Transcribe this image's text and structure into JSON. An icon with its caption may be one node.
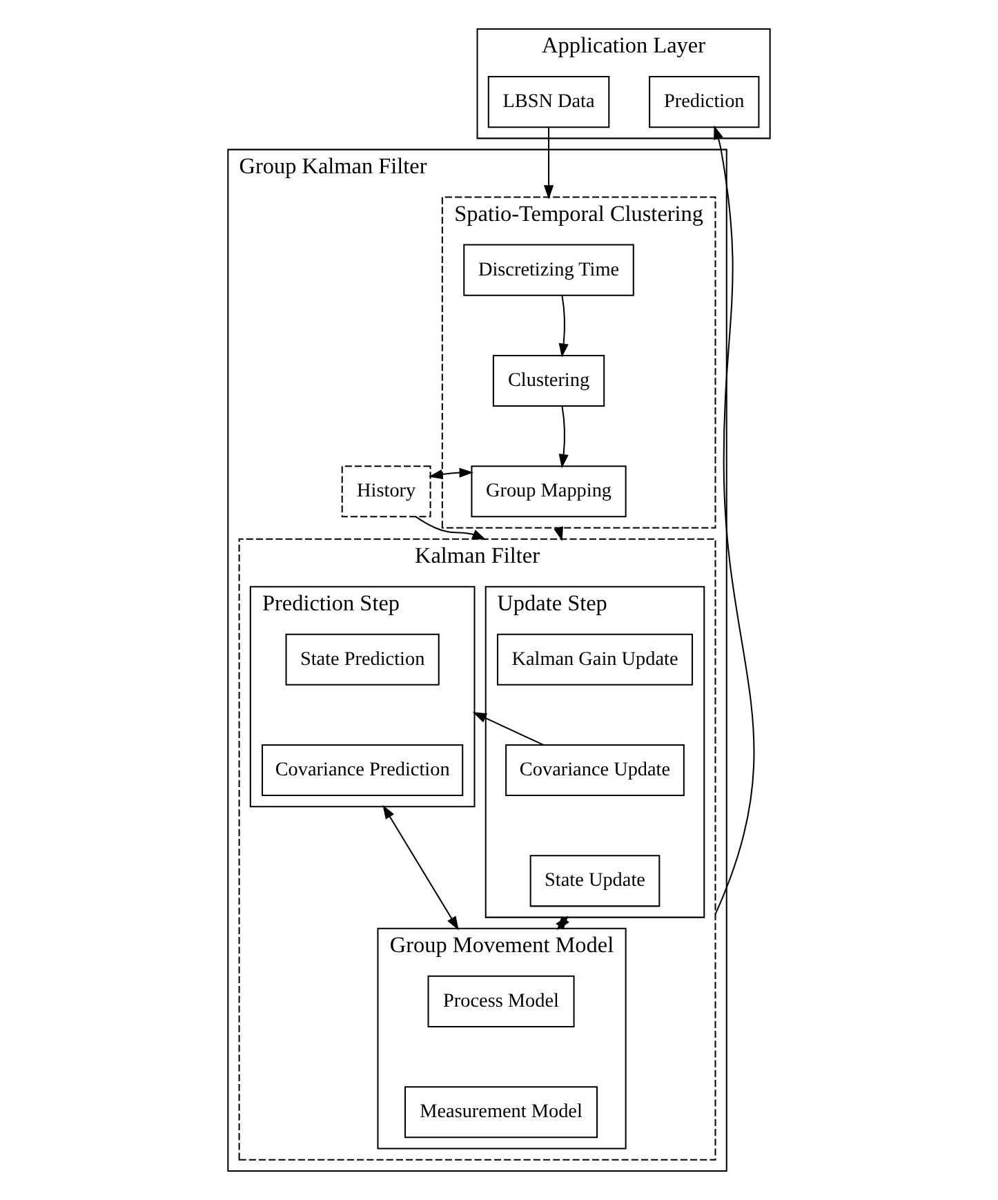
{
  "diagram": {
    "nodes": [
      {
        "text": [
          "Application Layer"
        ]
      },
      {
        "text": [
          "LBSN Data"
        ],
        "in": 0
      },
      {
        "text": [
          "Prediction"
        ],
        "in": 0
      },
      {
        "text": [
          "Group Kalman Filter"
        ]
      },
      {
        "text": [
          "Spatio-Temporal Clustering"
        ],
        "in": 3
      },
      {
        "text": [
          "Discretizing Time"
        ],
        "in": 4
      },
      {
        "text": [
          "Clustering"
        ],
        "in": 4
      },
      {
        "text": [
          "Group Mapping"
        ],
        "in": 4
      },
      {
        "text": [
          "History"
        ],
        "in": 3
      },
      {
        "text": [
          "Kalman Filter"
        ],
        "in": 3
      },
      {
        "text": [
          "Update Step"
        ],
        "in": 9
      },
      {
        "text": [
          "Kalman Gain Update"
        ],
        "in": 10
      },
      {
        "text": [
          "Covariance Update"
        ],
        "in": 10
      },
      {
        "text": [
          "State Update"
        ],
        "in": 10
      },
      {
        "text": [
          "Prediction Step"
        ],
        "in": 9
      },
      {
        "text": [
          "State Prediction"
        ],
        "in": 14
      },
      {
        "text": [
          "Covariance Prediction"
        ],
        "in": 14
      },
      {
        "text": [
          "Group Movement Model"
        ],
        "in": 9
      },
      {
        "text": [
          "Process Model"
        ],
        "in": 17
      },
      {
        "text": [
          "Measurement Model"
        ],
        "in": 17
      }
    ],
    "edges": [
      {
        "from": 1,
        "to": 4,
        "arrow": "to"
      },
      {
        "from": 5,
        "to": 6,
        "arrow": "to"
      },
      {
        "from": 6,
        "to": 7,
        "arrow": "to"
      },
      {
        "from": 7,
        "to": 8,
        "arrow": "both"
      },
      {
        "from": 4,
        "to": 9,
        "arrow": "to"
      },
      {
        "from": 8,
        "to": 9,
        "arrow": "to"
      },
      {
        "from": 9,
        "to": 2,
        "arrow": "to"
      },
      {
        "from": 12,
        "to": 14,
        "arrow": "to"
      },
      {
        "from": 10,
        "to": 17,
        "arrow": "both"
      },
      {
        "from": 14,
        "to": 17,
        "arrow": "both"
      }
    ]
  }
}
